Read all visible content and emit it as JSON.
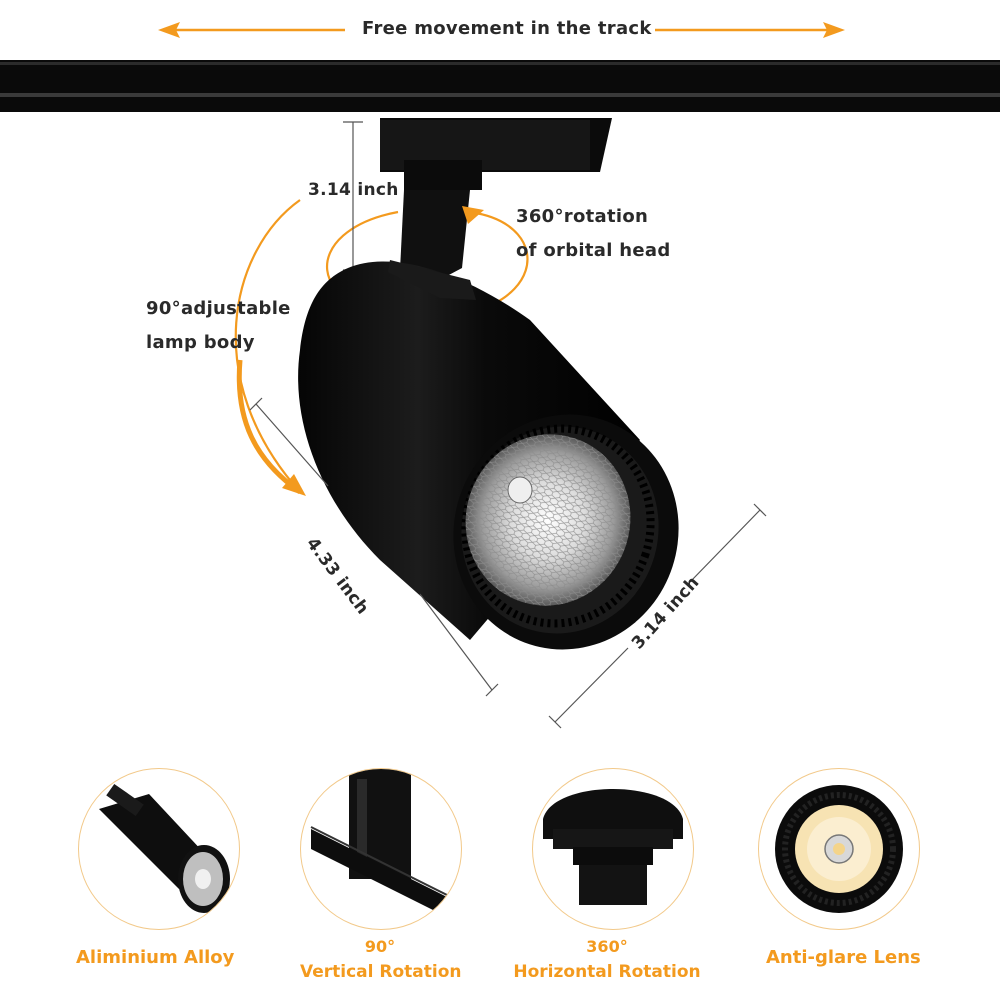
{
  "header": {
    "movement_label": "Free movement in the track"
  },
  "callouts": {
    "height": "3.14 inch",
    "rotation_line1": "360°rotation",
    "rotation_line2": "of orbital head",
    "adjust_line1": "90°adjustable",
    "adjust_line2": "lamp body",
    "length": "4.33 inch",
    "diameter": "3.14 inch"
  },
  "features": [
    {
      "title": "Aliminium Alloy",
      "subtitle": ""
    },
    {
      "title": "90°",
      "subtitle": "Vertical Rotation"
    },
    {
      "title": "360°",
      "subtitle": "Horizontal Rotation"
    },
    {
      "title": "Anti-glare Lens",
      "subtitle": ""
    }
  ],
  "colors": {
    "accent": "#f39a1e",
    "product": "#0d0d0d",
    "circle_border": "#f2c98a"
  },
  "icons": [
    "arrow-left-icon",
    "arrow-right-icon",
    "track-rail",
    "spotlight"
  ]
}
